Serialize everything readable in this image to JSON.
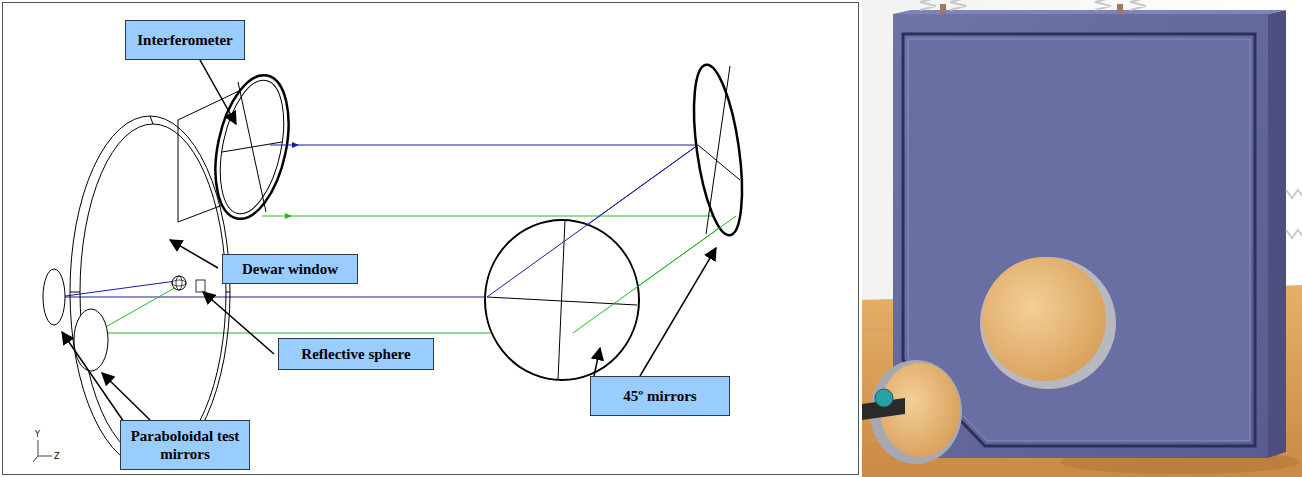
{
  "diagram": {
    "nodes": [
      {
        "text": [
          "Interferometer"
        ]
      },
      {
        "text": [
          "Dewar window"
        ]
      },
      {
        "text": [
          "Reflective sphere"
        ]
      },
      {
        "text": [
          "45º mirrors"
        ]
      },
      {
        "text": [
          "Paraboloidal test mirrors"
        ]
      }
    ],
    "labels": [
      "Y",
      "Z"
    ]
  }
}
